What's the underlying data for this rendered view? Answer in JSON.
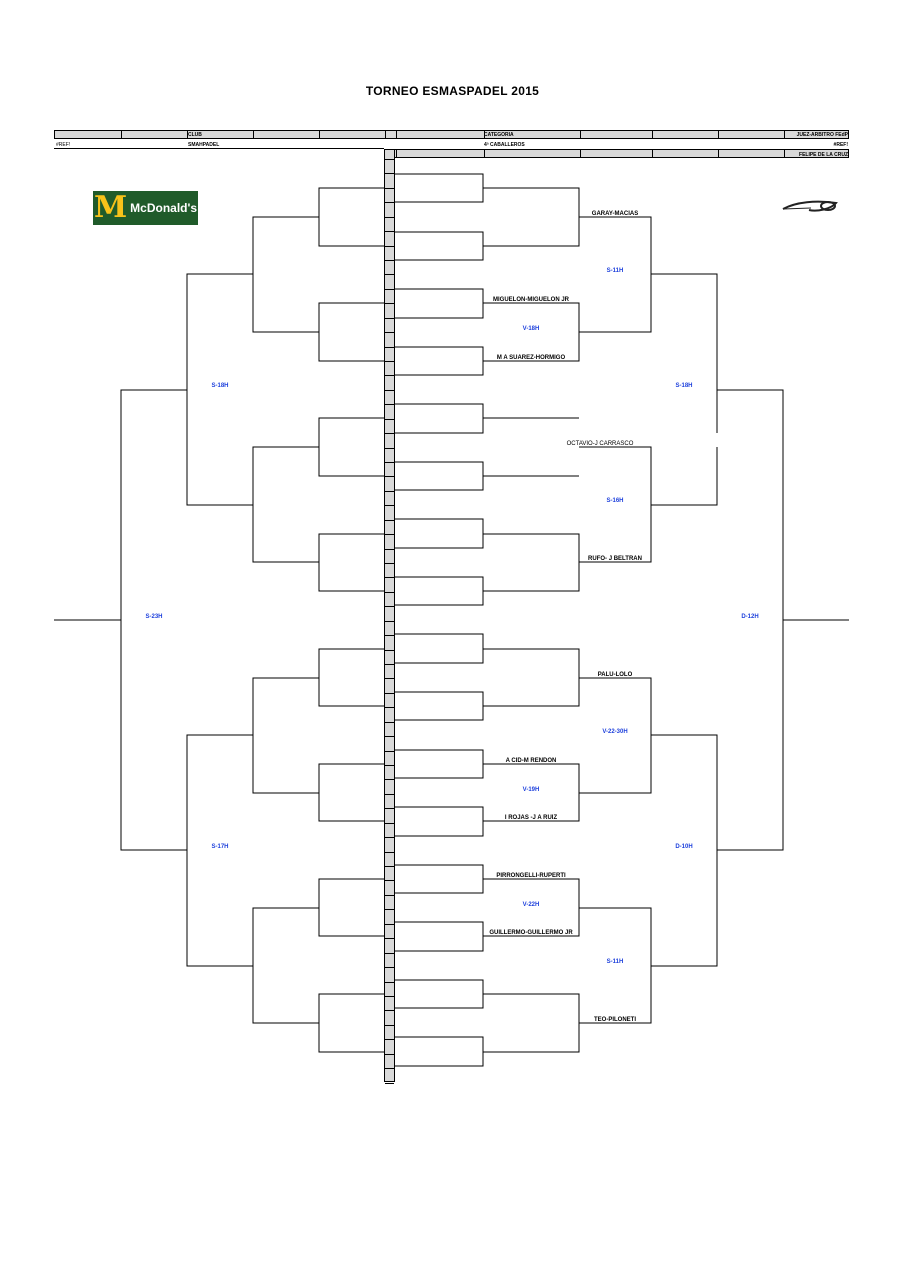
{
  "title": "TORNEO ESMASPADEL 2015",
  "header": {
    "club_label": "CLUB",
    "club_value": "SMAHPADEL",
    "category_label": "CATEGORIA",
    "category_value": "4ª CABALLEROS",
    "left_code": "#REF!",
    "referee_label": "JUEZ-ARBITRO FEdP",
    "referee_code": "#REF!",
    "referee_name": "FELIPE DE LA CRUZ"
  },
  "sponsors": {
    "mcdonalds": "McDonald's",
    "mcdonalds_mark": "M"
  },
  "teams": {
    "garay_macias": "GARAY-MACIAS",
    "miguelon": "MIGUELON-MIGUELON JR",
    "suarez": "M A  SUAREZ-HORMIGO",
    "octavio": "OCTAVIO-J CARRASCO",
    "rufo": "RUFO- J BELTRAN",
    "palu": "PALU-LOLO",
    "acid": "A CID-M RENDON",
    "rojas": "I ROJAS -J A RUIZ",
    "pirrongelli": "PIRRONGELLI-RUPERTI",
    "guillermo": "GUILLERMO-GUILLERMO JR",
    "teo": "TEO-PILONETI"
  },
  "schedule": {
    "s11h_top": "S-11H",
    "v18h_top": "V-18H",
    "s18h_right": "S-18H",
    "s18h_left": "S-18H",
    "s16h": "S-16H",
    "s23h": "S-23H",
    "d12h": "D-12H",
    "v2230h": "V-22-30H",
    "v19h": "V-19H",
    "s17h": "S-17H",
    "d10h": "D-10H",
    "v22h": "V-22H",
    "s11h_bottom": "S-11H"
  }
}
